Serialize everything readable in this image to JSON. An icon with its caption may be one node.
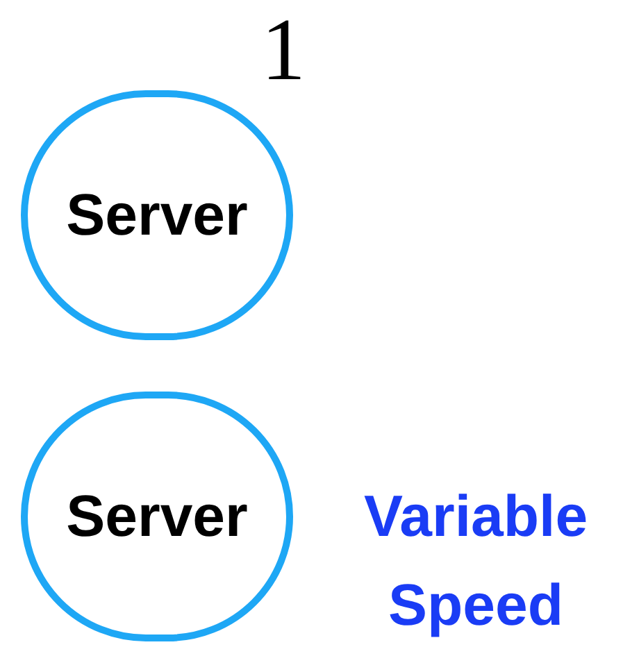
{
  "diagram": {
    "nodes": [
      {
        "text": [
          "Server"
        ]
      },
      {
        "text": [
          "Server"
        ],
        "beside": [
          "Variable Speed"
        ]
      }
    ],
    "labels": [
      "1"
    ]
  }
}
